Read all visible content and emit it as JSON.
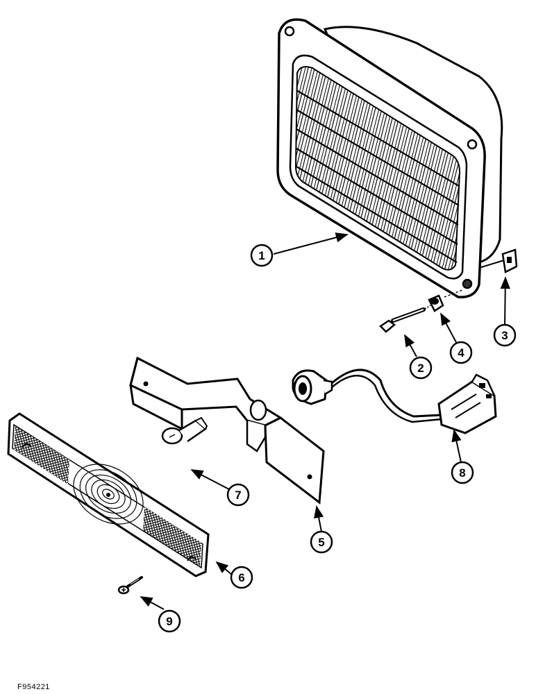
{
  "figure": {
    "code": "F954221"
  },
  "callouts": [
    {
      "number": "1"
    },
    {
      "number": "2"
    },
    {
      "number": "3"
    },
    {
      "number": "4"
    },
    {
      "number": "5"
    },
    {
      "number": "6"
    },
    {
      "number": "7"
    },
    {
      "number": "8"
    },
    {
      "number": "9"
    }
  ]
}
